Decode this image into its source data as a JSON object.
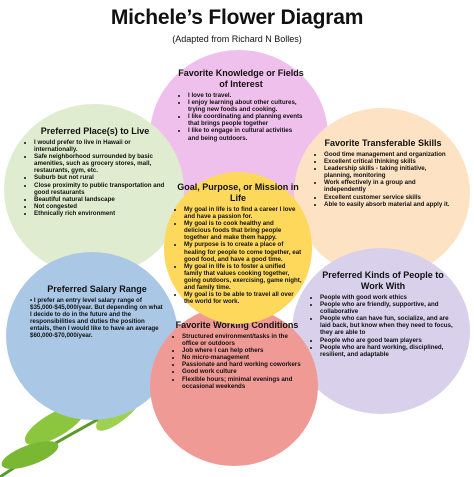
{
  "title": "Michele’s Flower Diagram",
  "subtitle": "(Adapted from Richard N Bolles)",
  "petals": {
    "knowledge": {
      "heading": "Favorite Knowledge or Fields of Interest",
      "items": [
        "I love to travel.",
        "I enjoy learning about other cultures, trying new foods and cooking.",
        "I like coordinating and planning events that brings people together",
        "I like to engage in cultural activities and being outdoors."
      ]
    },
    "place": {
      "heading": "Preferred Place(s) to Live",
      "items": [
        "I would prefer to live in Hawaii or internationally.",
        "Safe neighborhood surrounded by basic amenities, such as grocery stores, mall, restaurants, gym, etc.",
        "Suburb but not rural",
        "Close proximity to public transportation and good restaurants",
        "Beautiful natural landscape",
        "Not congested",
        "Ethnically rich environment"
      ]
    },
    "skills": {
      "heading": "Favorite Transferable Skills",
      "items": [
        "Good time management and organization",
        "Excellent critical thinking skills",
        "Leadership skills - taking initiative, planning, monitoring",
        "Work effectively in a group and independently",
        "Excellent customer service skills",
        "Able to easily absorb material and apply it."
      ]
    },
    "center": {
      "heading": "Goal, Purpose, or Mission in Life",
      "items": [
        "My goal in life is to find a career I love and have a passion for.",
        "My goal is to cook healthy and delicious foods that bring people together and make them happy.",
        "My purpose is to create a place of healing for people to come together, eat good food, and have a good time.",
        "My goal in life is to foster a unified family that values cooking together, going outdoors, exercising, game night, and family time.",
        "My goal is to be able to travel all over the world for work."
      ]
    },
    "salary": {
      "heading": "Preferred Salary Range",
      "items": [
        "I prefer an entry level salary range of $35,000-$45,000/year. But depending on what I decide to do in the future and the responsibilities and duties the position entails, then I would like to have an average $60,000-$70,000/year."
      ]
    },
    "people": {
      "heading": "Preferred Kinds of People to Work With",
      "items": [
        "People with good work ethics",
        "People who are friendly, supportive, and collaborative",
        "People who can have fun, socialize, and are laid back, but know when they need to focus, they are able to",
        "People who are good team players",
        "People who are hard working, disciplined, resilient, and adaptable"
      ]
    },
    "working": {
      "heading": "Favorite Working Conditions",
      "items": [
        "Structured environment/tasks in the office or outdoors",
        "Job where I can help others",
        "No micro-management",
        "Passionate and hard working coworkers",
        "Good work culture",
        "Flexible hours; minimal evenings and occasional weekends"
      ]
    }
  },
  "colors": {
    "knowledge": "#f0c0ec",
    "place": "#dfeccf",
    "skills": "#fde3c4",
    "center": "#fed85a",
    "salary": "#aac8e6",
    "people": "#d9d1ec",
    "working": "#f09a96",
    "leaf": "#8cc63f"
  }
}
